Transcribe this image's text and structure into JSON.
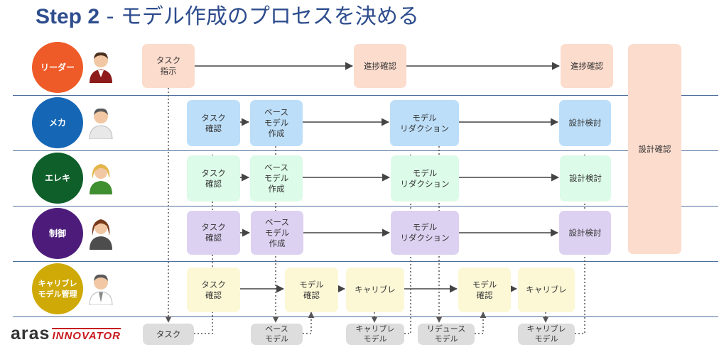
{
  "title": {
    "bold": "Step 2",
    "rest": " - モデル作成のプロセスを決める"
  },
  "logo": {
    "brand": "aras",
    "product": "INNOVATOR"
  },
  "lanes": {
    "leader": {
      "label": "リーダー",
      "color": "#ef5b28"
    },
    "mech": {
      "label": "メカ",
      "color": "#1566b5"
    },
    "elec": {
      "label": "エレキ",
      "color": "#0e5f2a"
    },
    "ctrl": {
      "label": "制御",
      "color": "#4d1c7b"
    },
    "cal": {
      "label": "キャリブレ\nモデル管理",
      "color": "#cfa905"
    }
  },
  "boxes": {
    "lead_task": "タスク\n指示",
    "lead_prog1": "進捗確認",
    "lead_prog2": "進捗確認",
    "design_review": "設計確認",
    "mech_task": "タスク\n確認",
    "mech_base": "ベース\nモデル\n作成",
    "mech_reduce": "モデル\nリダクション",
    "mech_check": "設計検討",
    "elec_task": "タスク\n確認",
    "elec_base": "ベース\nモデル\n作成",
    "elec_reduce": "モデル\nリダクション",
    "elec_check": "設計検討",
    "ctrl_task": "タスク\n確認",
    "ctrl_base": "ベース\nモデル\n作成",
    "ctrl_reduce": "モデル\nリダクション",
    "ctrl_check": "設計検討",
    "cal_task": "タスク\n確認",
    "cal_model1": "モデル\n確認",
    "cal_calib1": "キャリブレ",
    "cal_model2": "モデル\n確認",
    "cal_calib2": "キャリブレ",
    "art_task": "タスク",
    "art_base": "ベース\nモデル",
    "art_calib1": "キャリブレ\nモデル",
    "art_reduced": "リデュース\nモデル",
    "art_calib2": "キャリブレ\nモデル"
  },
  "colors": {
    "leader_box": "#fcdccd",
    "mech_box": "#bcdef9",
    "elec_box": "#dcfbe8",
    "ctrl_box": "#ddd1f1",
    "cal_box": "#fcf8d6",
    "artifact_box": "#dddddd",
    "lane_line": "#4d6f9c",
    "title": "#2e4d8e"
  }
}
